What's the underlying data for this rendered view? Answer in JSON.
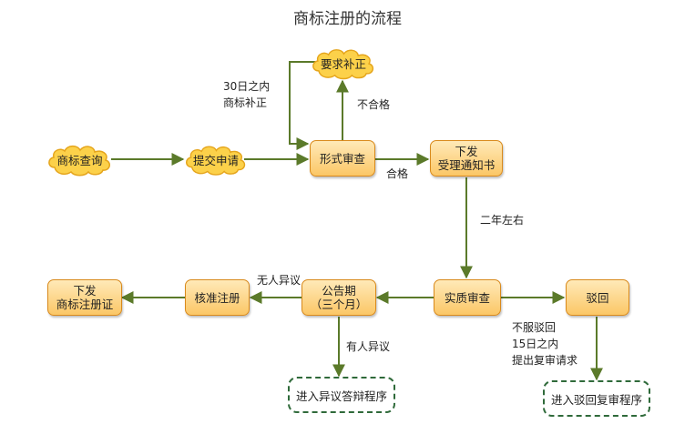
{
  "title": "商标注册的流程",
  "nodes": {
    "search": "商标查询",
    "submit": "提交申请",
    "require_fix": "要求补正",
    "formal_review": "形式审查",
    "notice_line1": "下发",
    "notice_line2": "受理通知书",
    "substantive_review": "实质审查",
    "reject": "驳回",
    "announcement_line1": "公告期",
    "announcement_line2": "（三个月）",
    "approve": "核准注册",
    "cert_line1": "下发",
    "cert_line2": "商标注册证",
    "opposition": "进入异议答辩程序",
    "review": "进入驳回复审程序"
  },
  "labels": {
    "fix_line1": "30日之内",
    "fix_line2": "商标补正",
    "fail": "不合格",
    "pass": "合格",
    "two_years": "二年左右",
    "no_objection": "无人异议",
    "has_objection": "有人异议",
    "appeal_line1": "不服驳回",
    "appeal_line2": "15日之内",
    "appeal_line3": "提出复审请求"
  },
  "colors": {
    "line": "#5b7a2a",
    "node_fill": "#fbc766",
    "node_border": "#d98a1c",
    "cloud_fill": "#fcd14a",
    "dashed_border": "#2f6a3a"
  }
}
